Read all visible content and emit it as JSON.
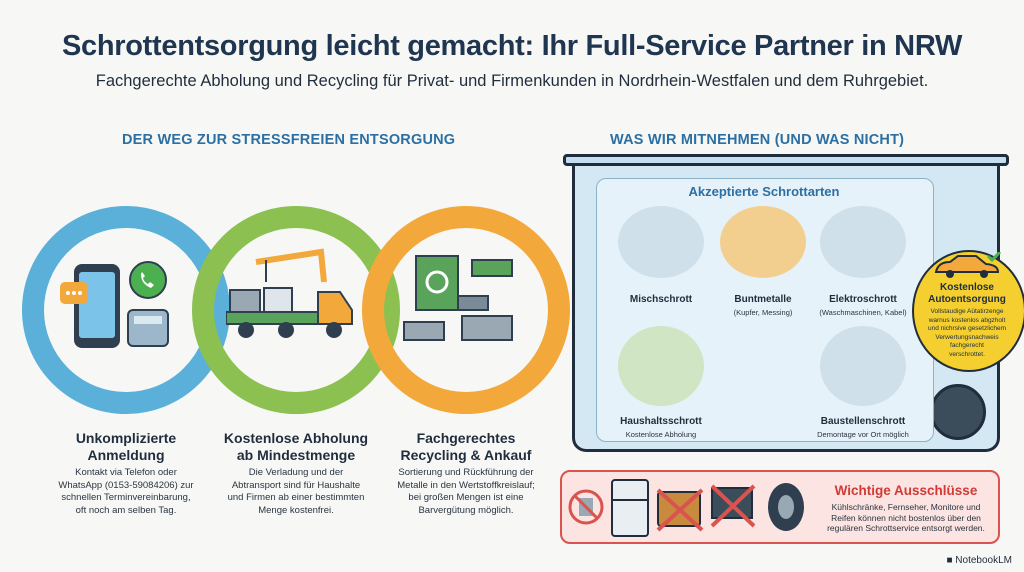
{
  "header": {
    "title": "Schrottentsorgung leicht gemacht: Ihr Full-Service Partner in NRW",
    "subtitle": "Fachgerechte Abholung und Recycling für Privat- und Firmenkunden in Nordrhein-Westfalen und dem Ruhrgebiet."
  },
  "process": {
    "heading": "DER WEG ZUR STRESSFREIEN ENTSORGUNG",
    "steps": [
      {
        "title_line1": "Unkomplizierte",
        "title_line2": "Anmeldung",
        "text_line1": "Kontakt via Telefon oder",
        "text_line2": "WhatsApp (0153-59084206) zur",
        "text_line3": "schnellen Terminvereinbarung,",
        "text_line4": "oft noch am selben Tag.",
        "color": "#5ab0d9"
      },
      {
        "title_line1": "Kostenlose Abholung",
        "title_line2": "ab Mindestmenge",
        "text_line1": "Die Verladung und der",
        "text_line2": "Abtransport sind für Haushalte",
        "text_line3": "und Firmen ab einer bestimmten",
        "text_line4": "Menge kostenfrei.",
        "color": "#8cc152"
      },
      {
        "title_line1": "Fachgerechtes",
        "title_line2": "Recycling & Ankauf",
        "text_line1": "Sortierung und Rückführung der",
        "text_line2": "Metalle in den Wertstoffkreislauf;",
        "text_line3": "bei großen Mengen ist eine",
        "text_line4": "Barvergütung möglich.",
        "color": "#f3a83b"
      }
    ]
  },
  "accepted": {
    "heading": "WAS WIR MITNEHMEN (UND WAS NICHT)",
    "title": "Akzeptierte Schrottarten",
    "items": [
      {
        "name": "Mischschrott",
        "sub": ""
      },
      {
        "name": "Buntmetalle",
        "sub": "(Kupfer, Messing)"
      },
      {
        "name": "Elektroschrott",
        "sub": "(Waschmaschinen, Kabel)"
      },
      {
        "name": "Haushaltsschrott",
        "sub": "Kostenlose Abholung"
      },
      {
        "name": "Baustellenschrott",
        "sub": "Demontage vor Ort möglich"
      }
    ],
    "auto": {
      "title_line1": "Kostenlose",
      "title_line2": "Autoentsorgung",
      "text_line1": "Vollstaudige Aütatirzenge",
      "text_line2": "warnus kostenlos abgzholt",
      "text_line3": "und nichrsive gesetzlichem",
      "text_line4": "Verwertungsnachweis",
      "text_line5": "fachgerecht",
      "text_line6": "verschrottet."
    }
  },
  "exclusions": {
    "title": "Wichtige Ausschlüsse",
    "text_line1": "Kühlschränke, Fernseher, Monitore und",
    "text_line2": "Reifen können nicht bostenlos über den",
    "text_line3": "regulären Schrottservice entsorgt werden."
  },
  "footer": {
    "brand": "NotebookLM"
  },
  "colors": {
    "accent": "#2c6fa3",
    "warning": "#d9534f",
    "auto": "#f4cf2f"
  }
}
